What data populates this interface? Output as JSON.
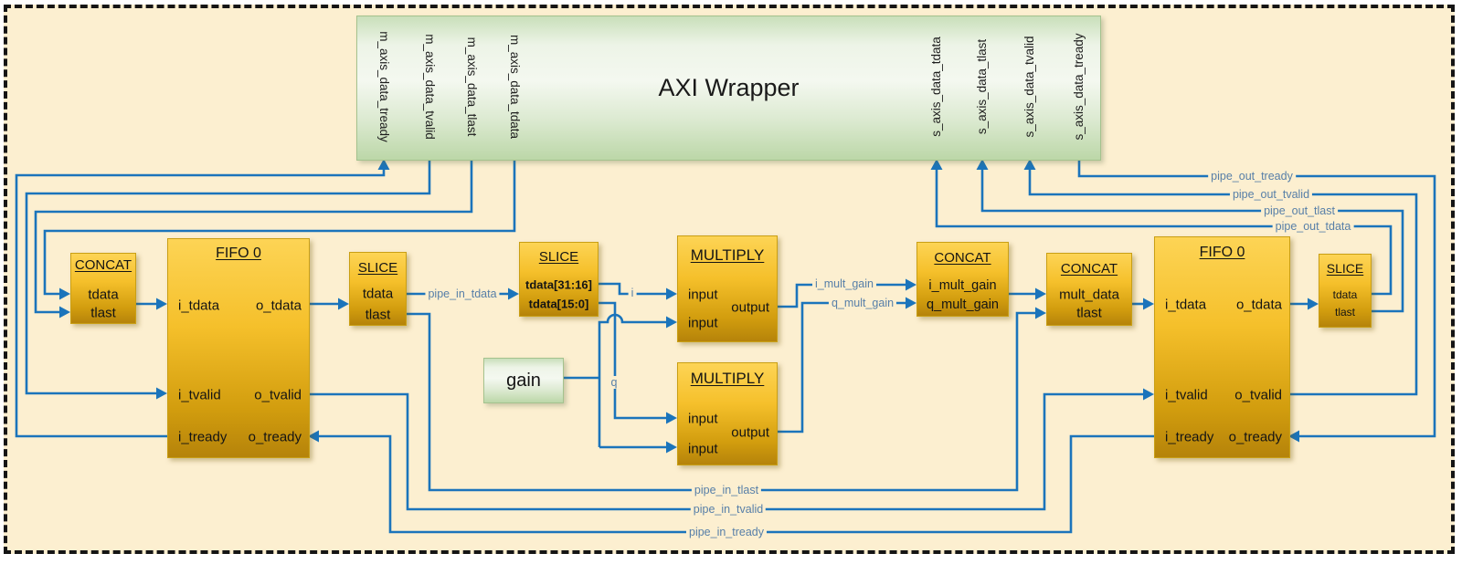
{
  "diagram": {
    "axi_wrapper": {
      "title": "AXI Wrapper",
      "m_ports": [
        "m_axis_data_tready",
        "m_axis_data_tvalid",
        "m_axis_data_tlast",
        "m_axis_data_tdata"
      ],
      "s_ports": [
        "s_axis_data_tdata",
        "s_axis_data_tlast",
        "s_axis_data_tvalid",
        "s_axis_data_tready"
      ]
    },
    "blocks": {
      "concat_left": {
        "title": "CONCAT",
        "ports": [
          "tdata",
          "tlast"
        ]
      },
      "fifo_left": {
        "title": "FIFO 0",
        "in_ports": [
          "i_tdata",
          "i_tvalid",
          "i_tready"
        ],
        "out_ports": [
          "o_tdata",
          "o_tvalid",
          "o_tready"
        ]
      },
      "slice_left": {
        "title": "SLICE",
        "ports": [
          "tdata",
          "tlast"
        ]
      },
      "slice_mid": {
        "title": "SLICE",
        "ports": [
          "tdata[31:16]",
          "tdata[15:0]"
        ]
      },
      "gain": {
        "title": "gain"
      },
      "multiply_top": {
        "title": "MULTIPLY",
        "in_ports": [
          "input",
          "input"
        ],
        "out_port": "output"
      },
      "multiply_bottom": {
        "title": "MULTIPLY",
        "in_ports": [
          "input",
          "input"
        ],
        "out_port": "output"
      },
      "concat_mid": {
        "title": "CONCAT",
        "ports": [
          "i_mult_gain",
          "q_mult_gain"
        ]
      },
      "concat_right": {
        "title": "CONCAT",
        "ports": [
          "mult_data",
          "tlast"
        ]
      },
      "fifo_right": {
        "title": "FIFO 0",
        "in_ports": [
          "i_tdata",
          "i_tvalid",
          "i_tready"
        ],
        "out_ports": [
          "o_tdata",
          "o_tvalid",
          "o_tready"
        ]
      },
      "slice_right": {
        "title": "SLICE",
        "ports": [
          "tdata",
          "tlast"
        ]
      }
    },
    "wire_labels": {
      "pipe_in_tdata": "pipe_in_tdata",
      "pipe_in_tlast": "pipe_in_tlast",
      "pipe_in_tvalid": "pipe_in_tvalid",
      "pipe_in_tready": "pipe_in_tready",
      "pipe_out_tdata": "pipe_out_tdata",
      "pipe_out_tlast": "pipe_out_tlast",
      "pipe_out_tvalid": "pipe_out_tvalid",
      "pipe_out_tready": "pipe_out_tready",
      "i": "i",
      "q": "q",
      "i_mult_gain": "i_mult_gain",
      "q_mult_gain": "q_mult_gain"
    },
    "colors": {
      "wire": "#1b74bb",
      "signal_label": "#577fa8",
      "background": "#fcefd0",
      "gold_top": "#fdd455",
      "gold_bottom": "#b5830a",
      "green_light": "#f4f8f0",
      "green_dark": "#bcd7a8"
    }
  }
}
